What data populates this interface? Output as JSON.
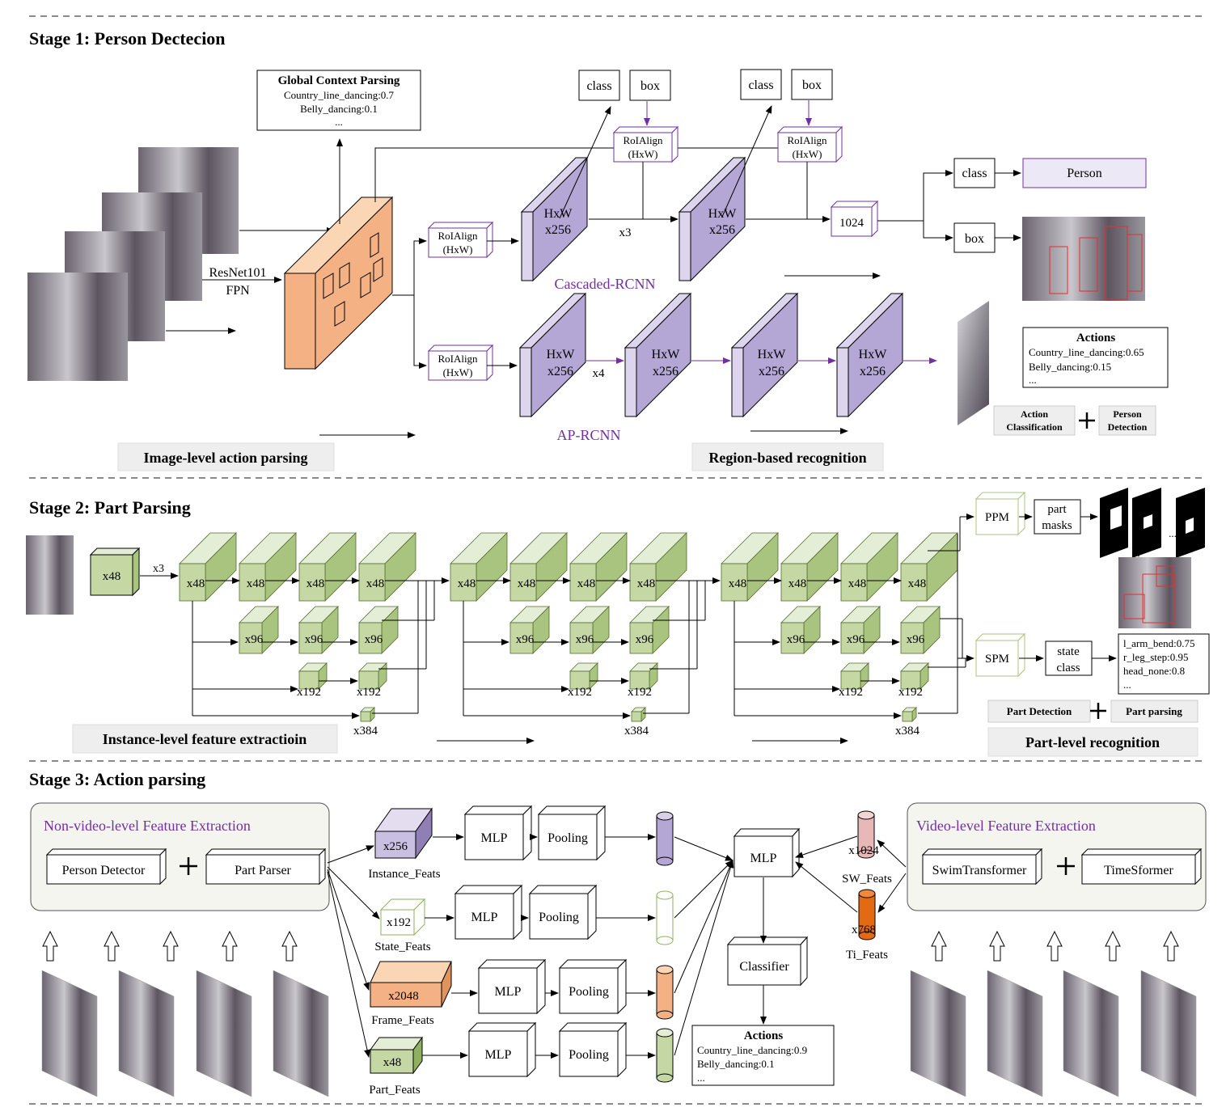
{
  "stage1": {
    "title": "Stage 1: Person Dectecion",
    "resnet": "ResNet101",
    "fpn": "FPN",
    "gcp_title": "Global Context Parsing",
    "gcp_line1": "Country_line_dancing:0.7",
    "gcp_line2": "Belly_dancing:0.1",
    "gcp_line3": "...",
    "roialign": "RoIAlign",
    "hxw_paren": "(HxW)",
    "hxw": "HxW",
    "x256": "x256",
    "class": "class",
    "box": "box",
    "x3": "x3",
    "x4": "x4",
    "fc1024": "1024",
    "cascaded": "Cascaded-RCNN",
    "aprcnn": "AP-RCNN",
    "person": "Person",
    "actions_title": "Actions",
    "actions_line1": "Country_line_dancing:0.65",
    "actions_line2": "Belly_dancing:0.15",
    "actions_line3": "...",
    "action_cls1": "Action",
    "action_cls2": "Classification",
    "person_det1": "Person",
    "person_det2": "Detection",
    "label_image": "Image-level action parsing",
    "label_region": "Region-based recognition"
  },
  "stage2": {
    "title": "Stage 2: Part Parsing",
    "x48": "x48",
    "x96": "x96",
    "x192": "x192",
    "x384": "x384",
    "x3": "x3",
    "ppm": "PPM",
    "spm": "SPM",
    "part": "part",
    "masks": "masks",
    "state": "state",
    "class": "class",
    "ellipsis": "...",
    "res_line1": "l_arm_bend:0.75",
    "res_line2": "r_leg_step:0.95",
    "res_line3": "head_none:0.8",
    "res_line4": "...",
    "part_detection": "Part Detection",
    "part_parsing": "Part parsing",
    "label_instance": "Instance-level feature extractioin",
    "label_part": "Part-level recognition"
  },
  "stage3": {
    "title": "Stage 3: Action parsing",
    "nonvideo": "Non-video-level Feature Extraction",
    "video": "Video-level Feature Extraction",
    "person_detector": "Person Detector",
    "part_parser": "Part Parser",
    "swim": "SwimTransformer",
    "timesformer": "TimeSformer",
    "x256": "x256",
    "x192": "x192",
    "x2048": "x2048",
    "x48": "x48",
    "instance_feats": "Instance_Feats",
    "state_feats": "State_Feats",
    "frame_feats": "Frame_Feats",
    "part_feats": "Part_Feats",
    "mlp": "MLP",
    "pooling": "Pooling",
    "classifier": "Classifier",
    "x1024": "x1024",
    "x768": "x768",
    "sw_feats": "SW_Feats",
    "ti_feats": "Ti_Feats",
    "actions_title": "Actions",
    "actions_line1": "Country_line_dancing:0.9",
    "actions_line2": "Belly_dancing:0.1",
    "actions_line3": "..."
  },
  "colors": {
    "purple": "#7030a0",
    "purple_box": "#b4a7d6",
    "green_box": "#c5d8a4",
    "orange_box": "#f4b183",
    "frame_gray": "#8a8a8a"
  }
}
